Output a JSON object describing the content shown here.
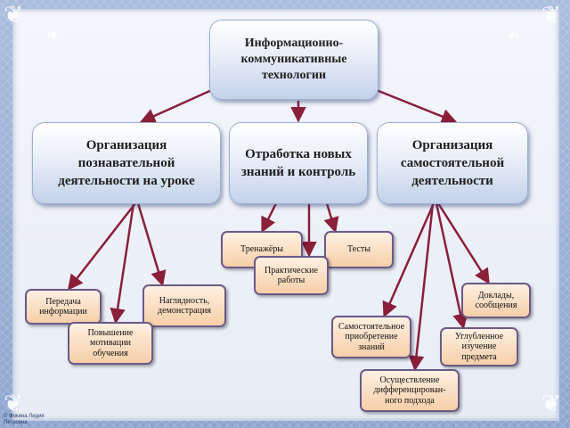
{
  "diagram": {
    "top": "Информационно-коммуникативные технологии",
    "branches": {
      "left": "Организация познавательной деятельности на уроке",
      "middle": "Отработка новых знаний и контроль",
      "right": "Организация самостоятельной деятельности"
    },
    "items": {
      "trainers": "Тренажёры",
      "tests": "Тесты",
      "practical": "Практические работы",
      "info_transfer": "Передача информации",
      "visual_demo": "Наглядность, демонстрация",
      "motivation": "Повышение мотивации обучения",
      "reports": "Доклады, сообщения",
      "self_study": "Самостоятельное приобретение знаний",
      "deep_study": "Углубленное изучение предмета",
      "differentiated": "Осуществление дифференцирован-ного подхода"
    }
  },
  "credit": "© Фокина Лидия\nПетровна",
  "colors": {
    "frame": "#9fb3d6",
    "big_box": "#e9eff8",
    "small_box": "#f6cfa9",
    "small_border": "#6b5a86",
    "arrow": "#8a1f3a"
  }
}
